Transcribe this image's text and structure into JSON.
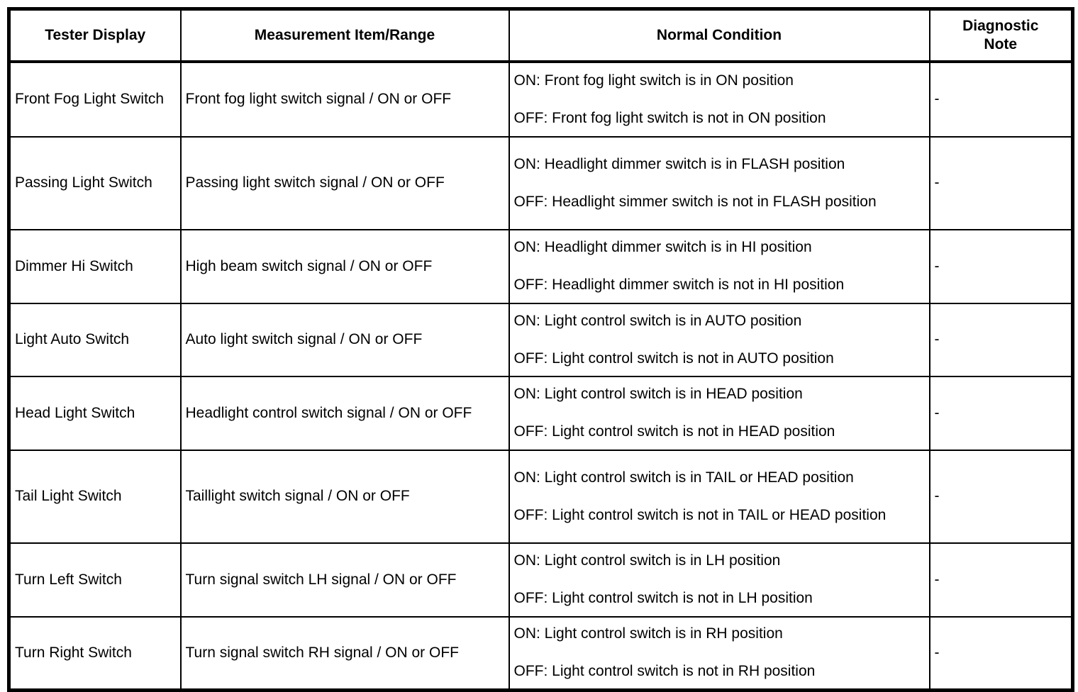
{
  "table": {
    "headers": {
      "tester_display": "Tester Display",
      "measurement": "Measurement Item/Range",
      "normal_condition": "Normal Condition",
      "diagnostic_note": "Diagnostic Note"
    },
    "rows": [
      {
        "tester_display": "Front Fog Light Switch",
        "measurement": "Front fog light switch signal / ON or OFF",
        "normal_on": "ON: Front fog light switch is in ON position",
        "normal_off": "OFF: Front fog light switch is not in ON position",
        "diagnostic_note": "-"
      },
      {
        "tester_display": "Passing Light Switch",
        "measurement": "Passing light switch signal / ON or OFF",
        "normal_on": "ON: Headlight dimmer switch is in FLASH position",
        "normal_off": "OFF: Headlight simmer switch is not in FLASH position",
        "diagnostic_note": "-"
      },
      {
        "tester_display": "Dimmer Hi Switch",
        "measurement": "High beam switch signal / ON or OFF",
        "normal_on": "ON: Headlight dimmer switch is in HI position",
        "normal_off": "OFF: Headlight dimmer switch is not in HI position",
        "diagnostic_note": "-"
      },
      {
        "tester_display": "Light Auto Switch",
        "measurement": "Auto light switch signal / ON or OFF",
        "normal_on": "ON: Light control switch is in AUTO position",
        "normal_off": "OFF: Light control switch is not in AUTO position",
        "diagnostic_note": "-"
      },
      {
        "tester_display": "Head Light Switch",
        "measurement": "Headlight control switch signal / ON or OFF",
        "normal_on": "ON: Light control switch is in HEAD position",
        "normal_off": "OFF: Light control switch is not in HEAD position",
        "diagnostic_note": "-"
      },
      {
        "tester_display": "Tail Light Switch",
        "measurement": "Taillight switch signal / ON or OFF",
        "normal_on": "ON: Light control switch is in TAIL or HEAD position",
        "normal_off": "OFF: Light control switch is not in TAIL or HEAD position",
        "diagnostic_note": "-"
      },
      {
        "tester_display": "Turn Left Switch",
        "measurement": "Turn signal switch LH signal / ON or OFF",
        "normal_on": "ON: Light control switch is in LH position",
        "normal_off": "OFF: Light control switch is not in LH position",
        "diagnostic_note": "-"
      },
      {
        "tester_display": "Turn Right Switch",
        "measurement": "Turn signal switch RH signal / ON or OFF",
        "normal_on": "ON: Light control switch is in RH position",
        "normal_off": "OFF: Light control switch is not in RH position",
        "diagnostic_note": "-"
      }
    ]
  }
}
